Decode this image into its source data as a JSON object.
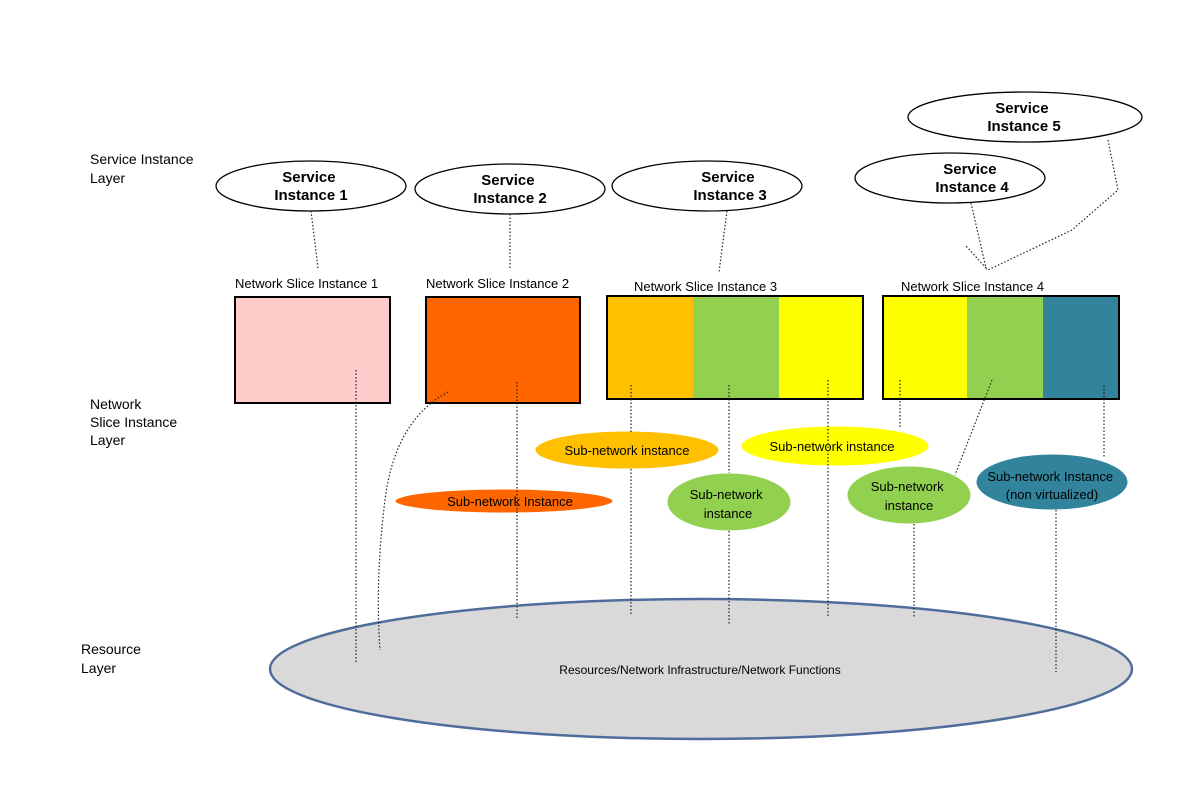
{
  "layers": {
    "service": [
      "Service Instance",
      "Layer"
    ],
    "slice": [
      "Network",
      "Slice Instance",
      "Layer"
    ],
    "resource": [
      "Resource",
      "Layer"
    ]
  },
  "service_instances": [
    [
      "Service",
      "Instance 1"
    ],
    [
      "Service",
      "Instance 2"
    ],
    [
      "Service",
      "Instance 3"
    ],
    [
      "Service",
      "Instance 4"
    ],
    [
      "Service",
      "Instance 5"
    ]
  ],
  "slice_instances": [
    "Network Slice Instance 1",
    "Network Slice Instance 2",
    "Network Slice Instance 3",
    "Network Slice Instance 4"
  ],
  "sub_networks": {
    "orange": [
      "Sub-network Instance"
    ],
    "amber": [
      "Sub-network instance"
    ],
    "yellow": [
      "Sub-network instance"
    ],
    "green_left": [
      "Sub-network",
      "instance"
    ],
    "green_right": [
      "Sub-network",
      "instance"
    ],
    "teal": [
      "Sub-network Instance",
      "(non virtualized)"
    ]
  },
  "resources": "Resources/Network Infrastructure/Network Functions",
  "colors": {
    "pink": "#ffcccc",
    "orange": "#ff6600",
    "amber": "#ffc000",
    "green": "#92d050",
    "yellow": "#ffff00",
    "teal": "#31849b",
    "resource_fill": "#d9d9d9",
    "resource_stroke": "#4f6d9b"
  }
}
